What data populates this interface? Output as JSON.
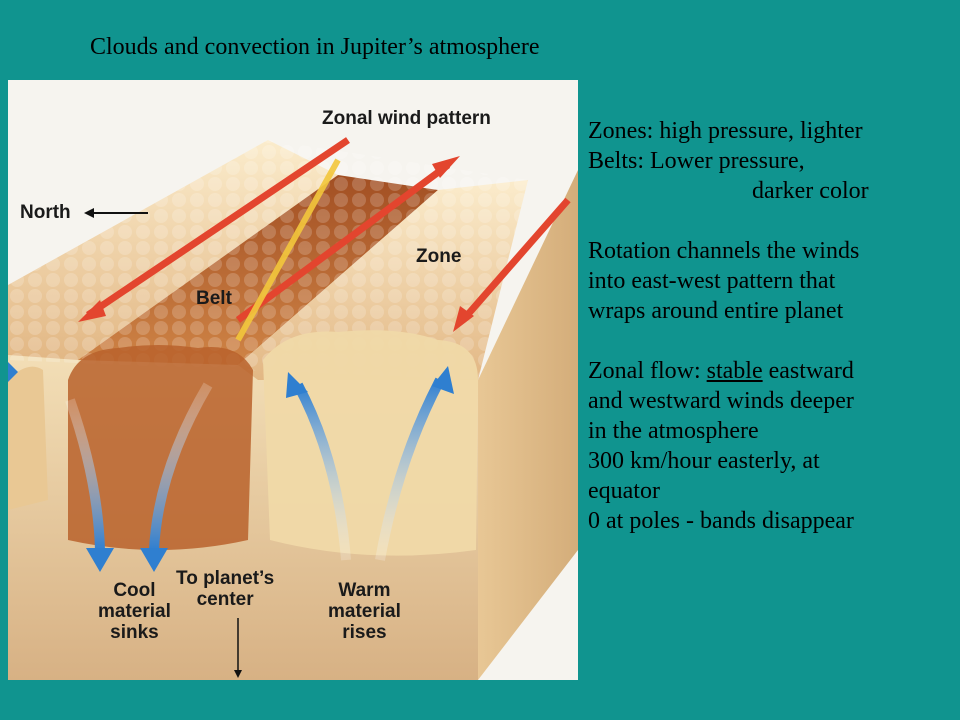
{
  "slide": {
    "title": "Clouds and convection in Jupiter’s atmosphere"
  },
  "diagram": {
    "zonal_wind_pattern": "Zonal wind pattern",
    "north": "North",
    "zone": "Zone",
    "belt": "Belt",
    "cool_material_sinks": [
      "Cool",
      "material",
      "sinks"
    ],
    "to_planets_center": [
      "To planet’s",
      "center"
    ],
    "warm_material_rises": [
      "Warm",
      "material",
      "rises"
    ]
  },
  "notes": {
    "zones": "Zones: high pressure, lighter",
    "belts_1": "Belts: Lower pressure,",
    "belts_2": "darker color",
    "rotation_1": "Rotation channels the winds",
    "rotation_2": "into east-west pattern that",
    "rotation_3": "wraps around entire planet",
    "zonal_prefix": "Zonal flow: ",
    "zonal_underlined": "stable",
    "zonal_suffix": " eastward",
    "zonal_2": "and westward winds deeper",
    "zonal_3": "in the atmosphere",
    "speed_1": "300 km/hour easterly, at",
    "speed_2": "equator",
    "poles": "0 at poles - bands disappear"
  },
  "colors": {
    "background": "#10948f",
    "wind_arrow": "#e3452e",
    "convection_arrow": "#2f7fd0",
    "zone_cloud": "#f0d9a8",
    "belt_cloud": "#b9612c"
  }
}
